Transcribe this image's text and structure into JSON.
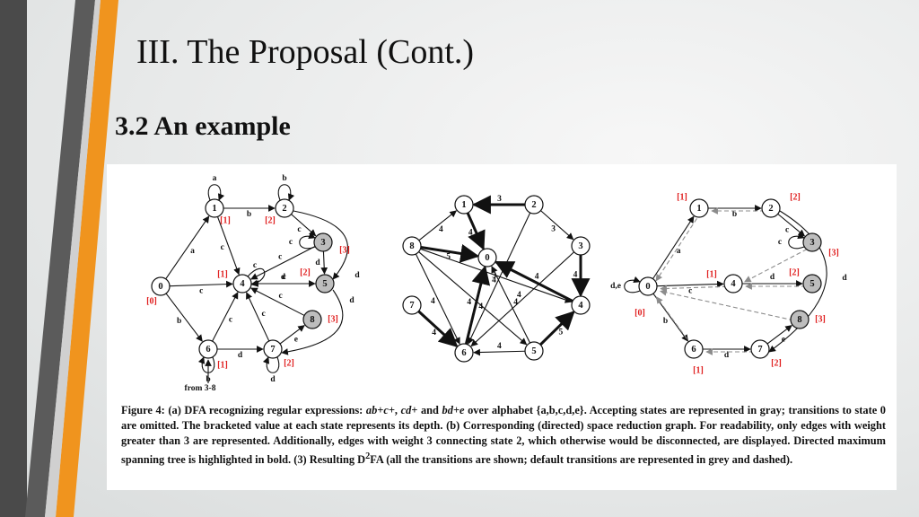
{
  "slide": {
    "title": "III. The Proposal (Cont.)",
    "subtitle": "3.2 An example"
  },
  "colors": {
    "accent_orange": "#f0941e",
    "accent_dark": "#4a4a4a",
    "depth_label": "#e02020",
    "accepting_state_fill": "#bdbdbd",
    "default_transition": "#8c8c8c"
  },
  "figure": {
    "dfa_a": {
      "states": [
        {
          "id": "0",
          "depth": "[0]",
          "accepting": false
        },
        {
          "id": "1",
          "depth": "[1]",
          "accepting": false
        },
        {
          "id": "2",
          "depth": "[2]",
          "accepting": false
        },
        {
          "id": "3",
          "depth": "[3]",
          "accepting": true
        },
        {
          "id": "4",
          "depth": "[1]",
          "accepting": false
        },
        {
          "id": "5",
          "depth": "[2]",
          "accepting": true
        },
        {
          "id": "6",
          "depth": "[1]",
          "accepting": false
        },
        {
          "id": "7",
          "depth": "[2]",
          "accepting": false
        },
        {
          "id": "8",
          "depth": "[3]",
          "accepting": true
        }
      ],
      "edges": [
        {
          "from": "0",
          "to": "1",
          "label": "a"
        },
        {
          "from": "0",
          "to": "4",
          "label": "c"
        },
        {
          "from": "0",
          "to": "6",
          "label": "b"
        },
        {
          "from": "1",
          "to": "2",
          "label": "b"
        },
        {
          "from": "1",
          "to": "4",
          "label": "c"
        },
        {
          "from": "2",
          "to": "3",
          "label": "c"
        },
        {
          "from": "2",
          "to": "5",
          "label": "d"
        },
        {
          "from": "3",
          "to": "5",
          "label": "d"
        },
        {
          "from": "3",
          "to": "4",
          "label": "c"
        },
        {
          "from": "4",
          "to": "5",
          "label": "d"
        },
        {
          "from": "5",
          "to": "4",
          "label": "c"
        },
        {
          "from": "6",
          "to": "4",
          "label": "c"
        },
        {
          "from": "6",
          "to": "7",
          "label": "d"
        },
        {
          "from": "7",
          "to": "4",
          "label": "c"
        },
        {
          "from": "7",
          "to": "8",
          "label": "e"
        },
        {
          "from": "8",
          "to": "4",
          "label": "c"
        },
        {
          "from": "5",
          "to": "7",
          "label": "d"
        }
      ],
      "self_loops": [
        {
          "state": "1",
          "label": "a"
        },
        {
          "state": "2",
          "label": "b"
        },
        {
          "state": "3",
          "label": "c"
        },
        {
          "state": "4",
          "label": "c"
        },
        {
          "state": "6",
          "label": "b"
        },
        {
          "state": "7",
          "label": "d"
        }
      ],
      "note": "from 3-8"
    },
    "space_reduction_graph_b": {
      "nodes": [
        "0",
        "1",
        "2",
        "3",
        "4",
        "5",
        "6",
        "7",
        "8"
      ],
      "edges": [
        {
          "from": "2",
          "to": "1",
          "w": "3",
          "bold": true
        },
        {
          "from": "1",
          "to": "0",
          "w": "4",
          "bold": true
        },
        {
          "from": "8",
          "to": "1",
          "w": "4",
          "bold": false
        },
        {
          "from": "8",
          "to": "0",
          "w": "5",
          "bold": true
        },
        {
          "from": "8",
          "to": "5",
          "w": "4",
          "bold": false
        },
        {
          "from": "8",
          "to": "4",
          "w": "4",
          "bold": false
        },
        {
          "from": "8",
          "to": "6",
          "w": "4",
          "bold": false
        },
        {
          "from": "2",
          "to": "3",
          "w": "3",
          "bold": false
        },
        {
          "from": "2",
          "to": "6",
          "w": "3",
          "bold": false
        },
        {
          "from": "3",
          "to": "4",
          "w": "4",
          "bold": true
        },
        {
          "from": "3",
          "to": "6",
          "w": "4",
          "bold": false
        },
        {
          "from": "4",
          "to": "0",
          "w": "4",
          "bold": true
        },
        {
          "from": "5",
          "to": "4",
          "w": "5",
          "bold": true
        },
        {
          "from": "5",
          "to": "0",
          "w": "4",
          "bold": false
        },
        {
          "from": "5",
          "to": "6",
          "w": "4",
          "bold": false
        },
        {
          "from": "6",
          "to": "0",
          "w": "4",
          "bold": true
        },
        {
          "from": "7",
          "to": "6",
          "w": "4",
          "bold": true
        }
      ]
    },
    "d2fa_c": {
      "states": [
        {
          "id": "0",
          "depth": "[0]",
          "accepting": false
        },
        {
          "id": "1",
          "depth": "[1]",
          "accepting": false
        },
        {
          "id": "2",
          "depth": "[2]",
          "accepting": false
        },
        {
          "id": "3",
          "depth": "[3]",
          "accepting": true
        },
        {
          "id": "4",
          "depth": "[1]",
          "accepting": false
        },
        {
          "id": "5",
          "depth": "[2]",
          "accepting": true
        },
        {
          "id": "6",
          "depth": "[1]",
          "accepting": false
        },
        {
          "id": "7",
          "depth": "[2]",
          "accepting": false
        },
        {
          "id": "8",
          "depth": "[3]",
          "accepting": true
        }
      ],
      "edges": [
        {
          "from": "0",
          "to": "1",
          "label": "a"
        },
        {
          "from": "0",
          "to": "4",
          "label": "c"
        },
        {
          "from": "0",
          "to": "6",
          "label": "b"
        },
        {
          "from": "1",
          "to": "2",
          "label": "b"
        },
        {
          "from": "2",
          "to": "3",
          "label": "c"
        },
        {
          "from": "4",
          "to": "5",
          "label": "d"
        },
        {
          "from": "6",
          "to": "7",
          "label": "d"
        },
        {
          "from": "7",
          "to": "8",
          "label": "e"
        },
        {
          "from": "2",
          "to": "7",
          "label": "d"
        }
      ],
      "self_loops": [
        {
          "state": "0",
          "label": "d,e"
        },
        {
          "state": "3",
          "label": "c"
        }
      ]
    },
    "caption": {
      "figure_label": "Figure 4:",
      "part_a_prefix": "(a) DFA recognizing regular expressions:",
      "expr1": "ab+c+",
      "expr2": "cd+",
      "and_word": "and",
      "expr3": "bd+e",
      "part_a_suffix": "over alphabet {a,b,c,d,e}. Accepting states are represented in gray; transitions to state 0 are omitted. The bracketed value at each state represents its depth. (b) Corresponding (directed) space reduction graph. For readability, only edges with weight greater than 3 are represented. Additionally, edges with weight 3 connecting state 2, which otherwise would be disconnected, are displayed. Directed maximum spanning tree is highlighted in bold. (3) Resulting D",
      "superscript": "2",
      "part_c_suffix": "FA (all the transitions are shown; default transitions are represented in grey and dashed)."
    }
  }
}
